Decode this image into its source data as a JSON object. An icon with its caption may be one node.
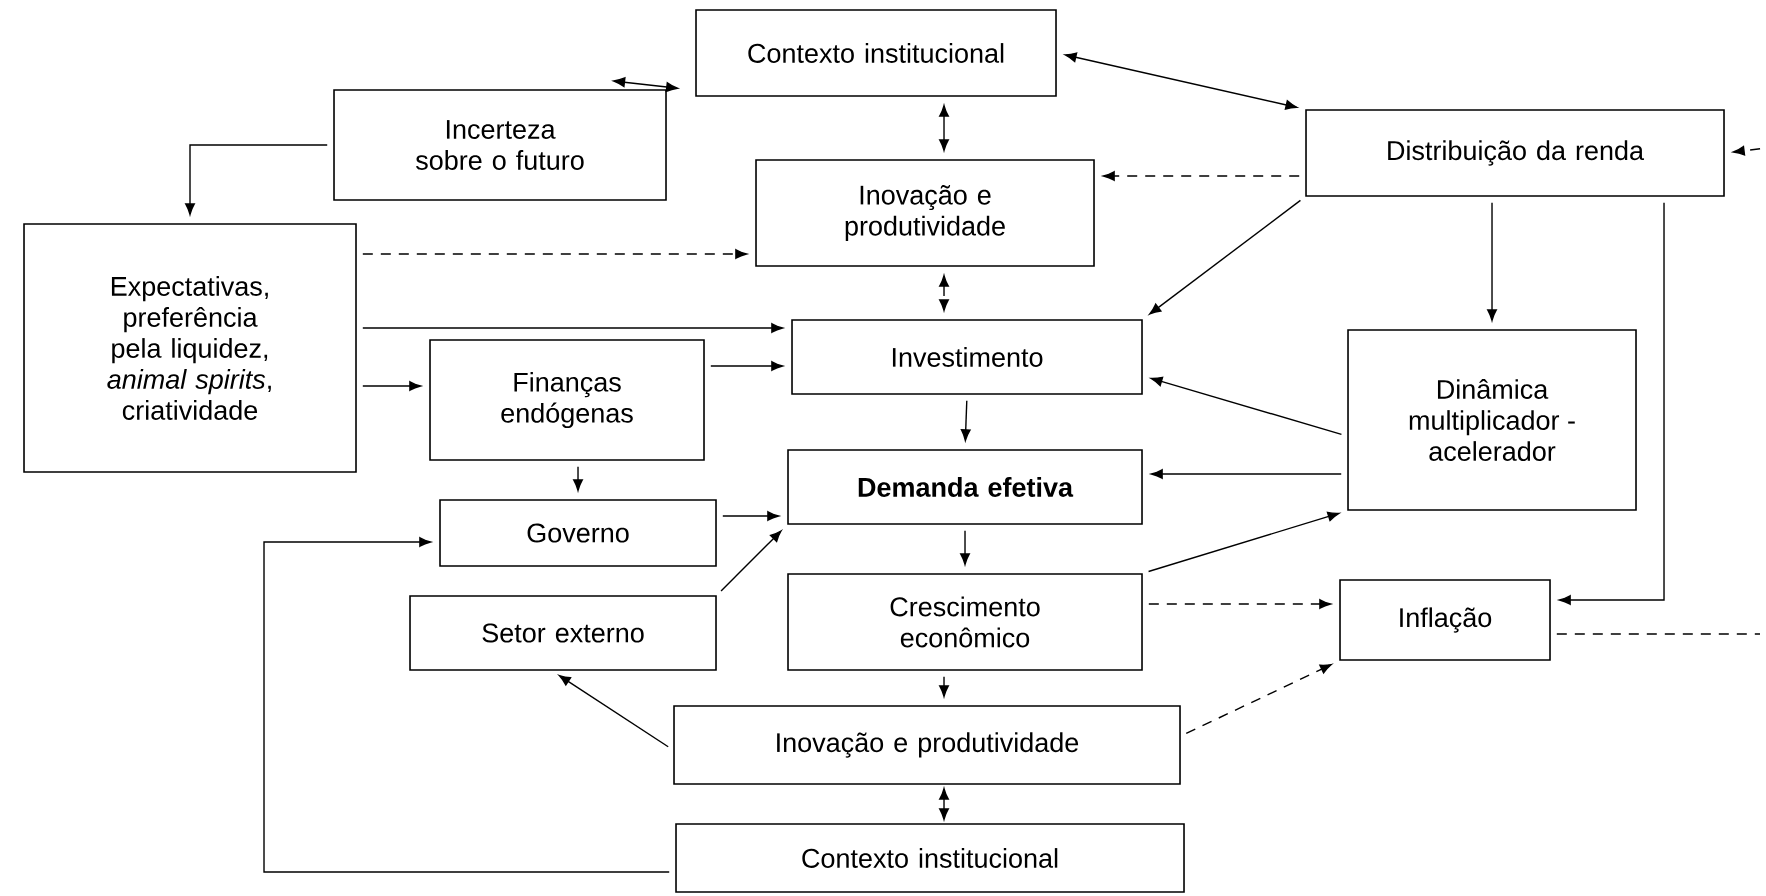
{
  "diagram": {
    "nodes": [
      {
        "text": [
          "Contexto institucional"
        ]
      },
      {
        "text": [
          "Incerteza sobre o futuro"
        ]
      },
      {
        "text": [
          "Distribuição da renda"
        ]
      },
      {
        "text": [
          "Inovação e produtividade"
        ]
      },
      {
        "text": [
          "Expectativas, preferência pela liquidez, *animal spirits*, criatividade"
        ]
      },
      {
        "text": [
          "Investimento"
        ]
      },
      {
        "text": [
          "Finanças endógenas"
        ]
      },
      {
        "text": [
          "Dinâmica multiplicador - acelerador"
        ]
      },
      {
        "text": [
          "Governo"
        ]
      },
      {
        "text": [
          "Demanda efetiva"
        ]
      },
      {
        "text": [
          "Setor externo"
        ]
      },
      {
        "text": [
          "Crescimento econômico"
        ]
      },
      {
        "text": [
          "Inflação"
        ]
      },
      {
        "text": [
          "Inovação e produtividade"
        ]
      },
      {
        "text": [
          "Contexto institucional"
        ]
      }
    ],
    "edges": [
      {
        "from": 0,
        "to": 1,
        "arrow": "both"
      },
      {
        "from": 0,
        "to": 2,
        "arrow": "both"
      },
      {
        "from": 0,
        "to": 3,
        "arrow": "both"
      },
      {
        "from": 1,
        "to": 4,
        "arrow": "to"
      },
      {
        "from": 4,
        "to": 3,
        "arrow": "to",
        "style": "dashed"
      },
      {
        "from": 2,
        "to": 3,
        "arrow": "to",
        "style": "dashed"
      },
      {
        "from": 3,
        "to": 5,
        "arrow": "both",
        "style": "dashed"
      },
      {
        "from": 4,
        "to": 5,
        "arrow": "to"
      },
      {
        "from": 2,
        "to": 5,
        "arrow": "to"
      },
      {
        "from": 2,
        "to": 7,
        "arrow": "to"
      },
      {
        "from": 4,
        "to": 6,
        "arrow": "to"
      },
      {
        "from": 6,
        "to": 5,
        "arrow": "to"
      },
      {
        "from": 7,
        "to": 5,
        "arrow": "to"
      },
      {
        "from": 5,
        "to": 9,
        "arrow": "to"
      },
      {
        "from": 7,
        "to": 9,
        "arrow": "to"
      },
      {
        "from": 6,
        "to": 8,
        "arrow": "to"
      },
      {
        "from": 8,
        "to": 9,
        "arrow": "to"
      },
      {
        "from": 10,
        "to": 9,
        "arrow": "to"
      },
      {
        "from": 9,
        "to": 11,
        "arrow": "to"
      },
      {
        "from": 11,
        "to": 7,
        "arrow": "to"
      },
      {
        "from": 11,
        "to": 12,
        "arrow": "to",
        "style": "dashed"
      },
      {
        "from": 2,
        "to": 12,
        "arrow": "to"
      },
      {
        "from": 13,
        "to": 12,
        "arrow": "to",
        "style": "dashed"
      },
      {
        "from": 11,
        "to": 13,
        "arrow": "to"
      },
      {
        "from": 13,
        "to": 10,
        "arrow": "to"
      },
      {
        "from": 13,
        "to": 14,
        "arrow": "both"
      },
      {
        "from": 14,
        "to": 8,
        "arrow": "to"
      },
      {
        "from": 12,
        "to": null,
        "arrow": "none",
        "style": "dashed"
      },
      {
        "from": null,
        "to": 2,
        "arrow": "to",
        "style": "dashed"
      }
    ]
  }
}
